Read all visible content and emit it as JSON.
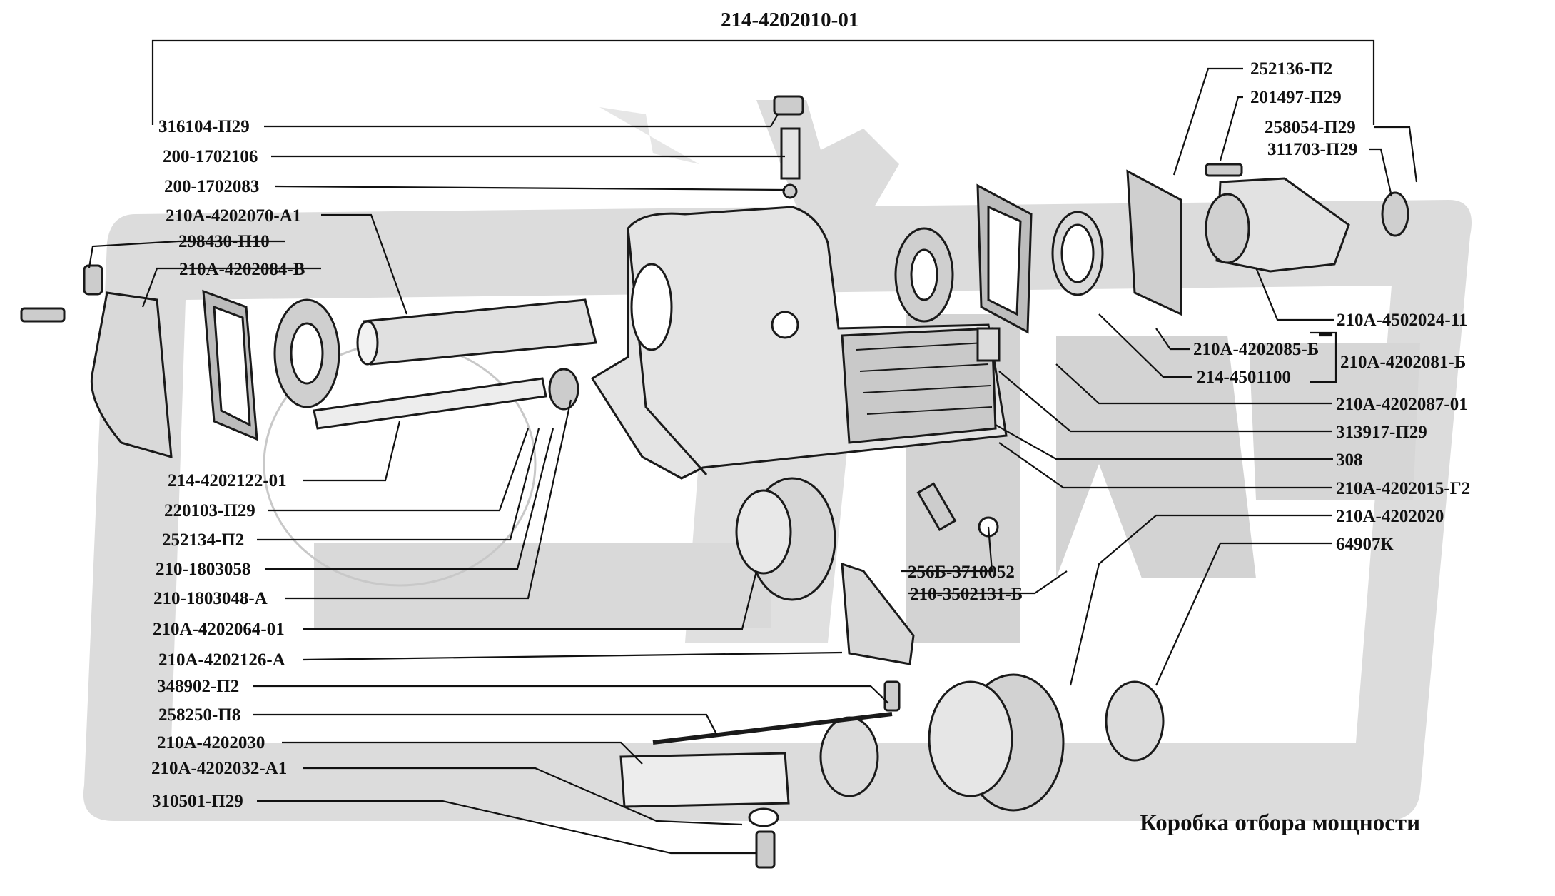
{
  "title": "214-4202010-01",
  "caption": "Коробка  отбора  мощности",
  "watermark": {
    "color": "#dcdcdc",
    "shape": "gear-and-letters-logo"
  },
  "labels_left": [
    "316104-П29",
    "200-1702106",
    "200-1702083",
    "210А-4202070-А1",
    "298430-П10",
    "210А-4202084-В",
    "214-4202122-01",
    "220103-П29",
    "252134-П2",
    "210-1803058",
    "210-1803048-А",
    "210А-4202064-01",
    "210А-4202126-А",
    "348902-П2",
    "258250-П8",
    "210А-4202030",
    "210А-4202032-А1",
    "310501-П29"
  ],
  "labels_top_right": [
    "252136-П2",
    "201497-П29",
    "258054-П29",
    "311703-П29"
  ],
  "labels_right": [
    "210А-4502024-11",
    "210А-4202085-Б",
    "214-4501100",
    "210А-4202081-Б",
    "210А-4202087-01",
    "313917-П29",
    "308",
    "210А-4202015-Г2",
    "210А-4202020",
    "64907К"
  ],
  "labels_center": [
    "256Б-3710052",
    "210-3502131-Б"
  ]
}
